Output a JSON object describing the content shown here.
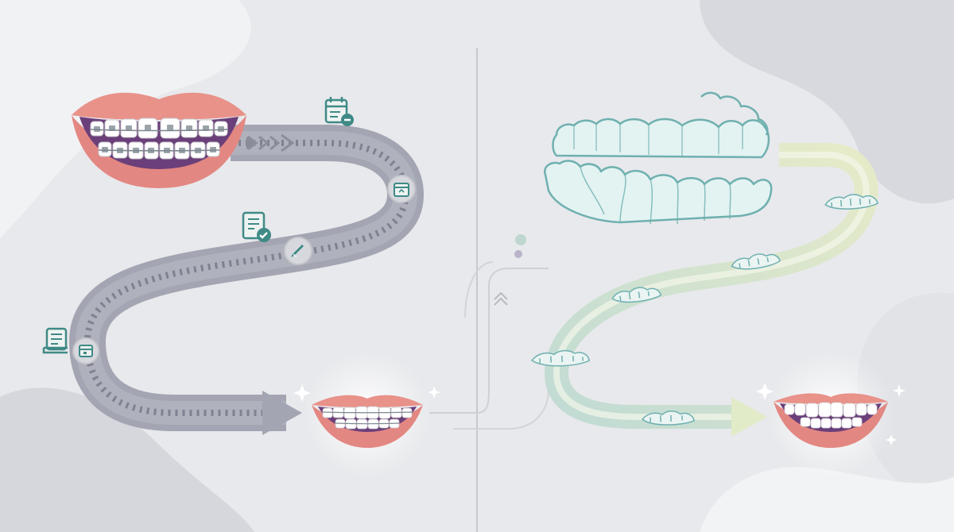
{
  "colors": {
    "background": "#e8e9ec",
    "blob_light": "#f2f3f5",
    "blob_dark": "#d7d8de",
    "braces_road": "#a4a5b2",
    "braces_road_dash": "#7f8090",
    "aligner_road_start": "#bcd9d1",
    "aligner_road_end": "#e6ebc4",
    "lips": "#e8928a",
    "lips_dark": "#d46f6c",
    "gum": "#6b3f7a",
    "tooth": "#ffffff",
    "bracket": "#9aa3a8",
    "wire": "#7d8790",
    "aligner": "#cfeaea",
    "aligner_stroke": "#6fb0b0",
    "icon_teal": "#3f8a86",
    "sparkle": "#ffffff"
  },
  "braces_path": {
    "milestones": [
      {
        "icon": "calendar-minus-icon"
      },
      {
        "icon": "calendar-icon"
      },
      {
        "icon": "checklist-check-icon"
      },
      {
        "icon": "pencil-icon"
      },
      {
        "icon": "checklist-board-icon"
      },
      {
        "icon": "calendar-small-icon"
      }
    ],
    "start": "smile-with-braces",
    "end": "smile-with-braces-sparkle"
  },
  "aligner_path": {
    "start": "clear-aligner-trays",
    "trays_along_path": 5,
    "end": "white-smile-sparkle"
  }
}
